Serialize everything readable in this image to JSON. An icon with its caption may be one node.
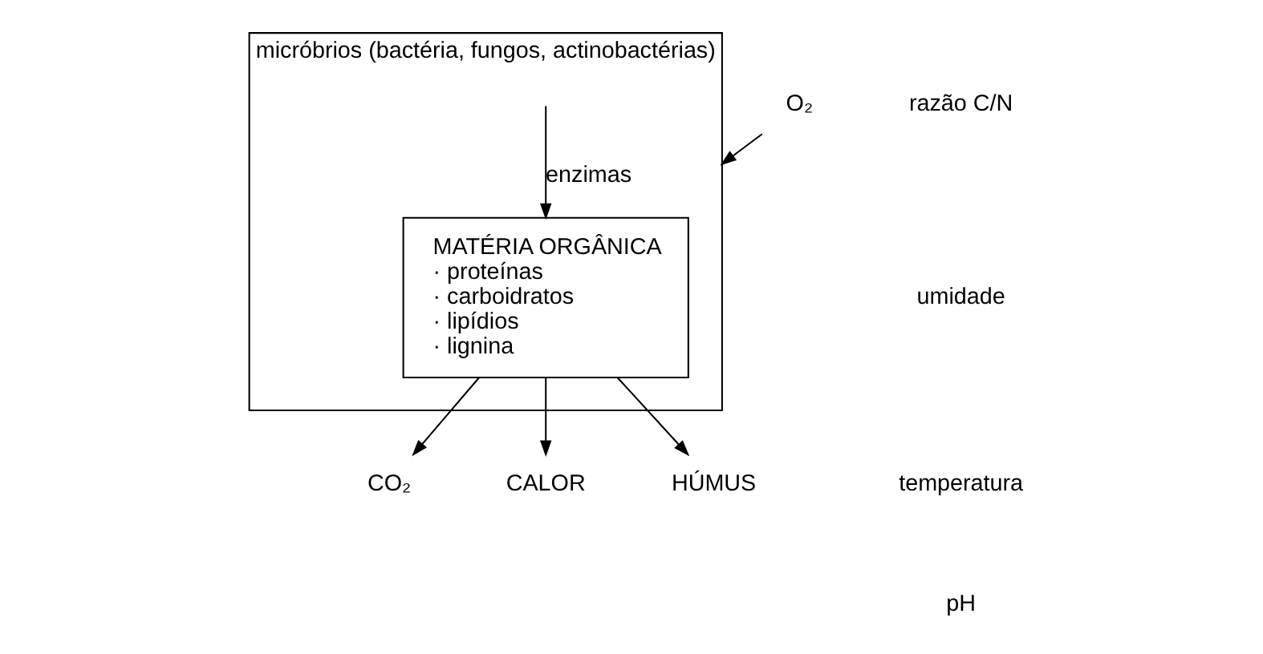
{
  "diagram": {
    "nodes": [
      {
        "text": [
          "micróbrios (bactéria, fungos, actinobactérias)"
        ]
      },
      {
        "text": [
          "MATÉRIA ORGÂNICA",
          "· proteínas",
          "· carboidratos",
          "· lipídios",
          "· lignina"
        ],
        "in": 0
      },
      {
        "text": [
          "O₂"
        ]
      },
      {
        "text": [
          "CO₂"
        ]
      },
      {
        "text": [
          "CALOR"
        ]
      },
      {
        "text": [
          "HÚMUS"
        ]
      }
    ],
    "edges": [
      {
        "from": 2,
        "to": 0,
        "arrow": "to"
      },
      {
        "from": null,
        "to": 1,
        "arrow": "to",
        "label": "enzimas"
      },
      {
        "from": 1,
        "to": 3,
        "arrow": "to"
      },
      {
        "from": 1,
        "to": 4,
        "arrow": "to"
      },
      {
        "from": 1,
        "to": 5,
        "arrow": "to"
      }
    ],
    "labels": [
      "razão C/N",
      "umidade",
      "temperatura",
      "pH"
    ]
  }
}
